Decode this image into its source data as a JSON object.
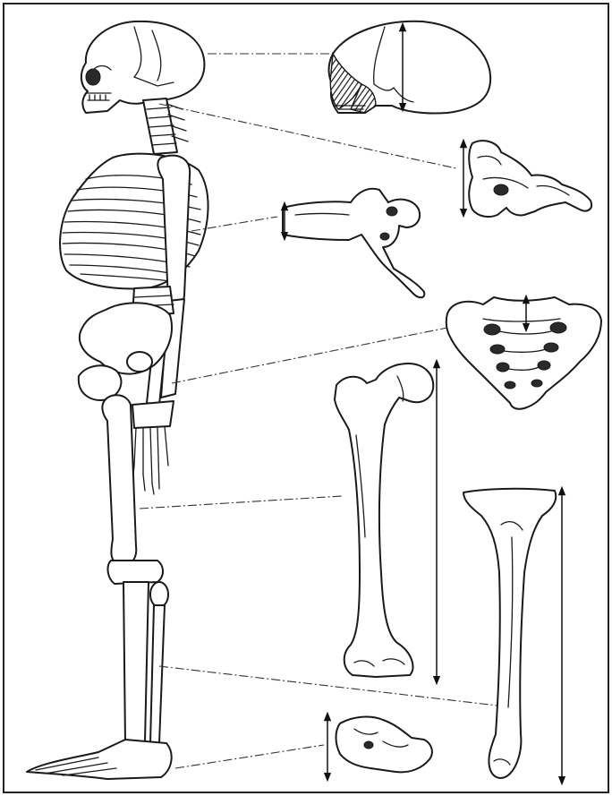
{
  "figure": {
    "border_color": "#222222",
    "ink_color": "#1a1a1a",
    "background_color": "#ffffff",
    "parts": [
      {
        "name": "full-skeleton-lateral"
      },
      {
        "name": "skull-lateral-section"
      },
      {
        "name": "cervical-vertebra"
      },
      {
        "name": "thoracic-vertebra"
      },
      {
        "name": "sacrum"
      },
      {
        "name": "femur"
      },
      {
        "name": "tibia"
      },
      {
        "name": "calcaneus"
      }
    ]
  }
}
